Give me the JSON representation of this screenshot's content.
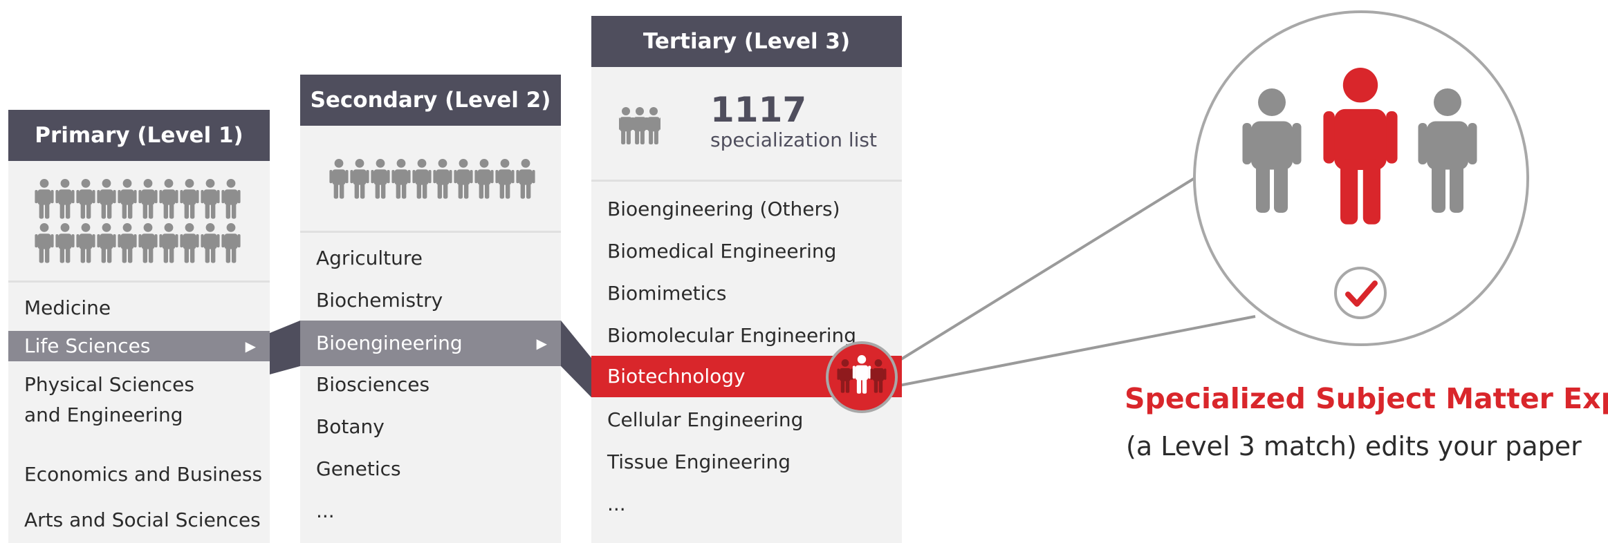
{
  "primary": {
    "title": "Primary (Level 1)",
    "items": [
      "Medicine",
      "Life Sciences",
      "Physical Sciences",
      "and Engineering",
      "Economics and Business",
      "Arts and Social Sciences"
    ]
  },
  "secondary": {
    "title": "Secondary (Level 2)",
    "items": [
      "Agriculture",
      "Biochemistry",
      "Bioengineering",
      "Biosciences",
      "Botany",
      "Genetics",
      "..."
    ]
  },
  "tertiary": {
    "title": "Tertiary (Level 3)",
    "count": "1117",
    "count_label": "specialization list",
    "items": [
      "Bioengineering (Others)",
      "Biomedical Engineering",
      "Biomimetics",
      "Biomolecular Engineering",
      "Biotechnology",
      "Cellular Engineering",
      "Tissue Engineering",
      "..."
    ]
  },
  "callout": {
    "title": "Specialized Subject Matter Expert",
    "subtitle": "(a Level 3 match) edits your paper"
  },
  "colors": {
    "header": "#4f4e5d",
    "panel": "#f2f2f2",
    "selected_grey": "#8a8992",
    "accent_red": "#d9262b",
    "icon_grey": "#8e8e8e"
  },
  "icons": {
    "person": "person-icon",
    "check": "check-circle-icon",
    "arrow": "triangle-right-icon"
  }
}
